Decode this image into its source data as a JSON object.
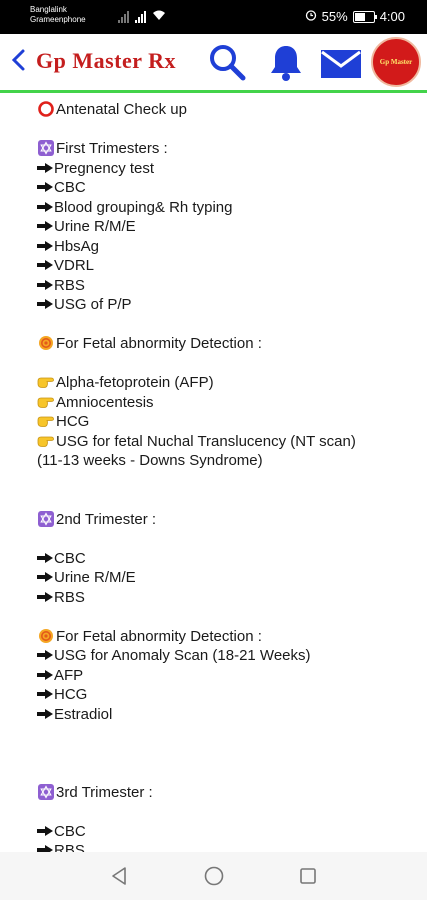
{
  "status": {
    "carrier1": "Banglalink",
    "carrier2": "Grameenphone",
    "battery_pct": "55%",
    "battery_level": 0.55,
    "time": "4:00"
  },
  "header": {
    "title": "Gp Master Rx",
    "avatar_text": "Gp Master",
    "accent": "#1f3fd6",
    "title_color": "#c41e1e",
    "line_color": "#43d34a"
  },
  "content": [
    {
      "type": "line",
      "icon": "red-circle",
      "text": "Antenatal Check up"
    },
    {
      "type": "gap"
    },
    {
      "type": "line",
      "icon": "purple-star",
      "text": "First Trimesters :"
    },
    {
      "type": "line",
      "icon": "arrow",
      "text": "Pregnency test"
    },
    {
      "type": "line",
      "icon": "arrow",
      "text": "CBC"
    },
    {
      "type": "line",
      "icon": "arrow",
      "text": "Blood grouping& Rh typing"
    },
    {
      "type": "line",
      "icon": "arrow",
      "text": "Urine R/M/E"
    },
    {
      "type": "line",
      "icon": "arrow",
      "text": "HbsAg"
    },
    {
      "type": "line",
      "icon": "arrow",
      "text": "VDRL"
    },
    {
      "type": "line",
      "icon": "arrow",
      "text": "RBS"
    },
    {
      "type": "line",
      "icon": "arrow",
      "text": "USG of P/P"
    },
    {
      "type": "gap"
    },
    {
      "type": "line",
      "icon": "orange-sun",
      "text": "For Fetal abnormity Detection :"
    },
    {
      "type": "gap"
    },
    {
      "type": "line",
      "icon": "pointing-hand",
      "text": "Alpha-fetoprotein (AFP)"
    },
    {
      "type": "line",
      "icon": "pointing-hand",
      "text": "Amniocentesis"
    },
    {
      "type": "line",
      "icon": "pointing-hand",
      "text": "HCG"
    },
    {
      "type": "line",
      "icon": "pointing-hand",
      "text": "USG for fetal Nuchal Translucency (NT scan)"
    },
    {
      "type": "line",
      "icon": "none",
      "text": "(11-13 weeks - Downs Syndrome)"
    },
    {
      "type": "gap"
    },
    {
      "type": "gap"
    },
    {
      "type": "line",
      "icon": "purple-star",
      "text": "2nd Trimester :"
    },
    {
      "type": "gap"
    },
    {
      "type": "line",
      "icon": "arrow",
      "text": "CBC"
    },
    {
      "type": "line",
      "icon": "arrow",
      "text": "Urine R/M/E"
    },
    {
      "type": "line",
      "icon": "arrow",
      "text": "RBS"
    },
    {
      "type": "gap"
    },
    {
      "type": "line",
      "icon": "orange-sun",
      "text": "For Fetal abnormity Detection :"
    },
    {
      "type": "line",
      "icon": "arrow",
      "text": "USG for Anomaly Scan (18-21 Weeks)"
    },
    {
      "type": "line",
      "icon": "arrow",
      "text": "AFP"
    },
    {
      "type": "line",
      "icon": "arrow",
      "text": "HCG"
    },
    {
      "type": "line",
      "icon": "arrow",
      "text": "Estradiol"
    },
    {
      "type": "gap"
    },
    {
      "type": "gap"
    },
    {
      "type": "gap"
    },
    {
      "type": "line",
      "icon": "purple-star",
      "text": "3rd Trimester :"
    },
    {
      "type": "gap"
    },
    {
      "type": "line",
      "icon": "arrow",
      "text": "CBC"
    },
    {
      "type": "line",
      "icon": "arrow",
      "text": "RBS"
    }
  ]
}
